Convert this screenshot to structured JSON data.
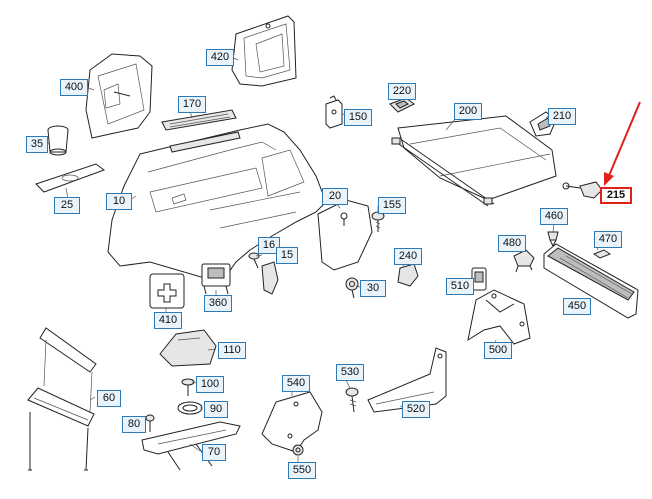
{
  "diagram": {
    "callouts": [
      {
        "id": "c400",
        "label": "400"
      },
      {
        "id": "c420",
        "label": "420"
      },
      {
        "id": "c170",
        "label": "170"
      },
      {
        "id": "c220",
        "label": "220"
      },
      {
        "id": "c150",
        "label": "150"
      },
      {
        "id": "c200",
        "label": "200"
      },
      {
        "id": "c210",
        "label": "210"
      },
      {
        "id": "c35",
        "label": "35"
      },
      {
        "id": "c25",
        "label": "25"
      },
      {
        "id": "c10",
        "label": "10"
      },
      {
        "id": "c20",
        "label": "20"
      },
      {
        "id": "c155",
        "label": "155"
      },
      {
        "id": "c215",
        "label": "215"
      },
      {
        "id": "c460",
        "label": "460"
      },
      {
        "id": "c470",
        "label": "470"
      },
      {
        "id": "c480",
        "label": "480"
      },
      {
        "id": "c16",
        "label": "16"
      },
      {
        "id": "c15",
        "label": "15"
      },
      {
        "id": "c240",
        "label": "240"
      },
      {
        "id": "c30",
        "label": "30"
      },
      {
        "id": "c510",
        "label": "510"
      },
      {
        "id": "c450",
        "label": "450"
      },
      {
        "id": "c410",
        "label": "410"
      },
      {
        "id": "c360",
        "label": "360"
      },
      {
        "id": "c500",
        "label": "500"
      },
      {
        "id": "c110",
        "label": "110"
      },
      {
        "id": "c530",
        "label": "530"
      },
      {
        "id": "c540",
        "label": "540"
      },
      {
        "id": "c60",
        "label": "60"
      },
      {
        "id": "c100",
        "label": "100"
      },
      {
        "id": "c90",
        "label": "90"
      },
      {
        "id": "c520",
        "label": "520"
      },
      {
        "id": "c80",
        "label": "80"
      },
      {
        "id": "c70",
        "label": "70"
      },
      {
        "id": "c550",
        "label": "550"
      }
    ],
    "highlight": "215",
    "highlight_color": "#e0201a",
    "callout_border_color": "#2c7bb6",
    "callout_fill_color": "#e8f3fb"
  }
}
